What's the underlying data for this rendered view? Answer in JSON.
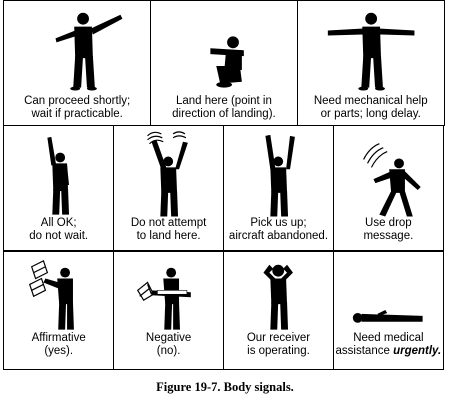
{
  "figure": {
    "caption": "Figure 19-7. Body signals.",
    "signals": [
      {
        "line1": "Can proceed shortly;",
        "line2": "wait if practicable."
      },
      {
        "line1": "Land here (point in",
        "line2": "direction of landing)."
      },
      {
        "line1": "Need mechanical help",
        "line2": "or parts; long delay."
      },
      {
        "line1": "All OK;",
        "line2": "do not wait."
      },
      {
        "line1": "Do not attempt",
        "line2": "to land here."
      },
      {
        "line1": "Pick us up;",
        "line2": "aircraft abandoned."
      },
      {
        "line1": "Use drop",
        "line2": "message."
      },
      {
        "line1": "Affirmative",
        "line2": "(yes)."
      },
      {
        "line1": "Negative",
        "line2": "(no)."
      },
      {
        "line1": "Our receiver",
        "line2": "is operating."
      },
      {
        "line1": "Need medical",
        "line2": "assistance ",
        "line2_emphasis": "urgently."
      }
    ]
  }
}
